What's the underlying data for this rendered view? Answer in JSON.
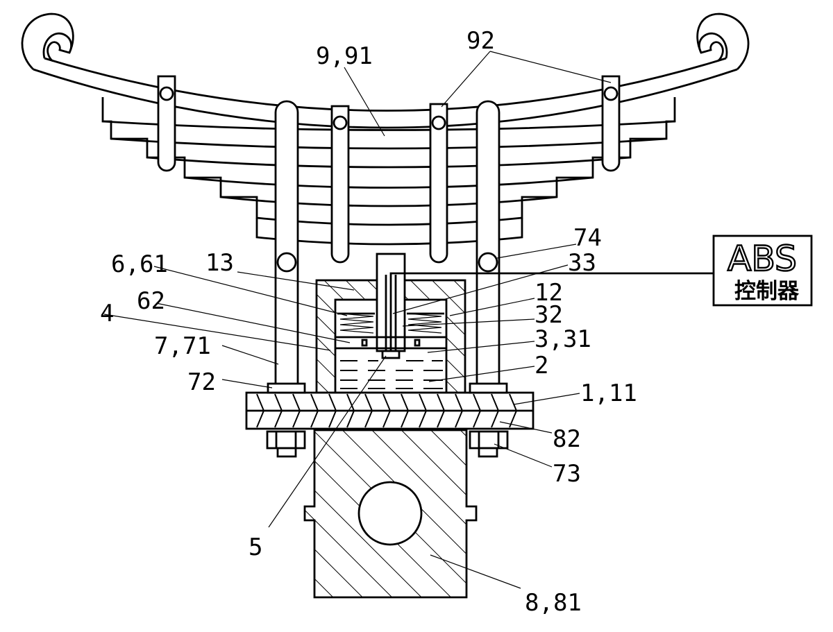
{
  "labels": {
    "l_9_91": "9,91",
    "l_92": "92",
    "l_74": "74",
    "l_33": "33",
    "l_13": "13",
    "l_6_61": "6,61",
    "l_12": "12",
    "l_62": "62",
    "l_32": "32",
    "l_4": "4",
    "l_3_31": "3,31",
    "l_7_71": "7,71",
    "l_2": "2",
    "l_72": "72",
    "l_1_11": "1,11",
    "l_82": "82",
    "l_73": "73",
    "l_5": "5",
    "l_8_81": "8,81"
  },
  "controller": {
    "title": "ABS",
    "subtitle": "控制器"
  }
}
